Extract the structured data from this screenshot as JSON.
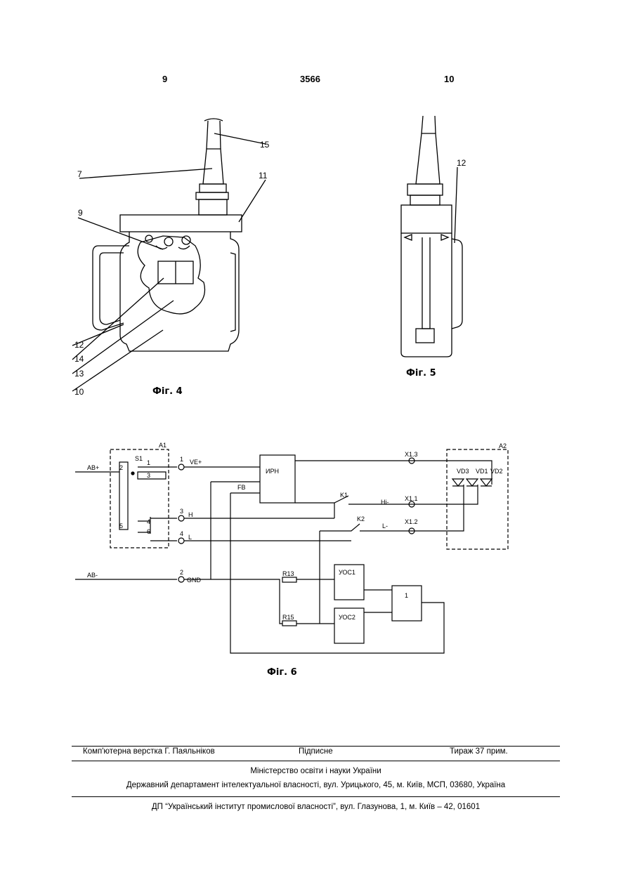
{
  "header": {
    "left_page": "9",
    "patent_number": "3566",
    "right_page": "10"
  },
  "fig4": {
    "caption": "Фіг. 4",
    "labels": [
      "15",
      "7",
      "11",
      "9",
      "12",
      "14",
      "13",
      "10"
    ]
  },
  "fig5": {
    "caption": "Фіг. 5",
    "labels": [
      "12"
    ]
  },
  "fig6": {
    "caption": "Фіг. 6",
    "blocks": {
      "a1": "A1",
      "a2": "A2",
      "s1": "S1",
      "irn": "ИРН",
      "uos1": "УОС1",
      "uos2": "УОС2",
      "logic": "1"
    },
    "signals": {
      "ab_plus": "AB+",
      "ab_minus": "AB-",
      "ve_plus": "VE+",
      "fb": "FB",
      "gnd": "GND",
      "h": "H",
      "l": "L",
      "hi_minus": "Hi-",
      "l_minus": "L-"
    },
    "switch_pins": [
      "1",
      "2",
      "3",
      "4",
      "5",
      "6"
    ],
    "contacts": [
      "1",
      "3",
      "4",
      "2"
    ],
    "connectors": [
      "X1.3",
      "X1.1",
      "X1.2"
    ],
    "relays": [
      "K1",
      "K2"
    ],
    "resistors": [
      "R13",
      "R15"
    ],
    "diodes": [
      "VD3",
      "VD1",
      "VD2"
    ]
  },
  "footer": {
    "typesetting": "Комп'ютерна верстка Г. Паяльніков",
    "signed": "Підписне",
    "circulation": "Тираж 37 прим.",
    "ministry": "Міністерство освіти і науки України",
    "department": "Державний департамент інтелектуальної власності, вул. Урицького, 45, м. Київ, МСП, 03680, Україна",
    "institute": "ДП “Український інститут промислової власності”, вул. Глазунова, 1, м. Київ – 42, 01601"
  }
}
